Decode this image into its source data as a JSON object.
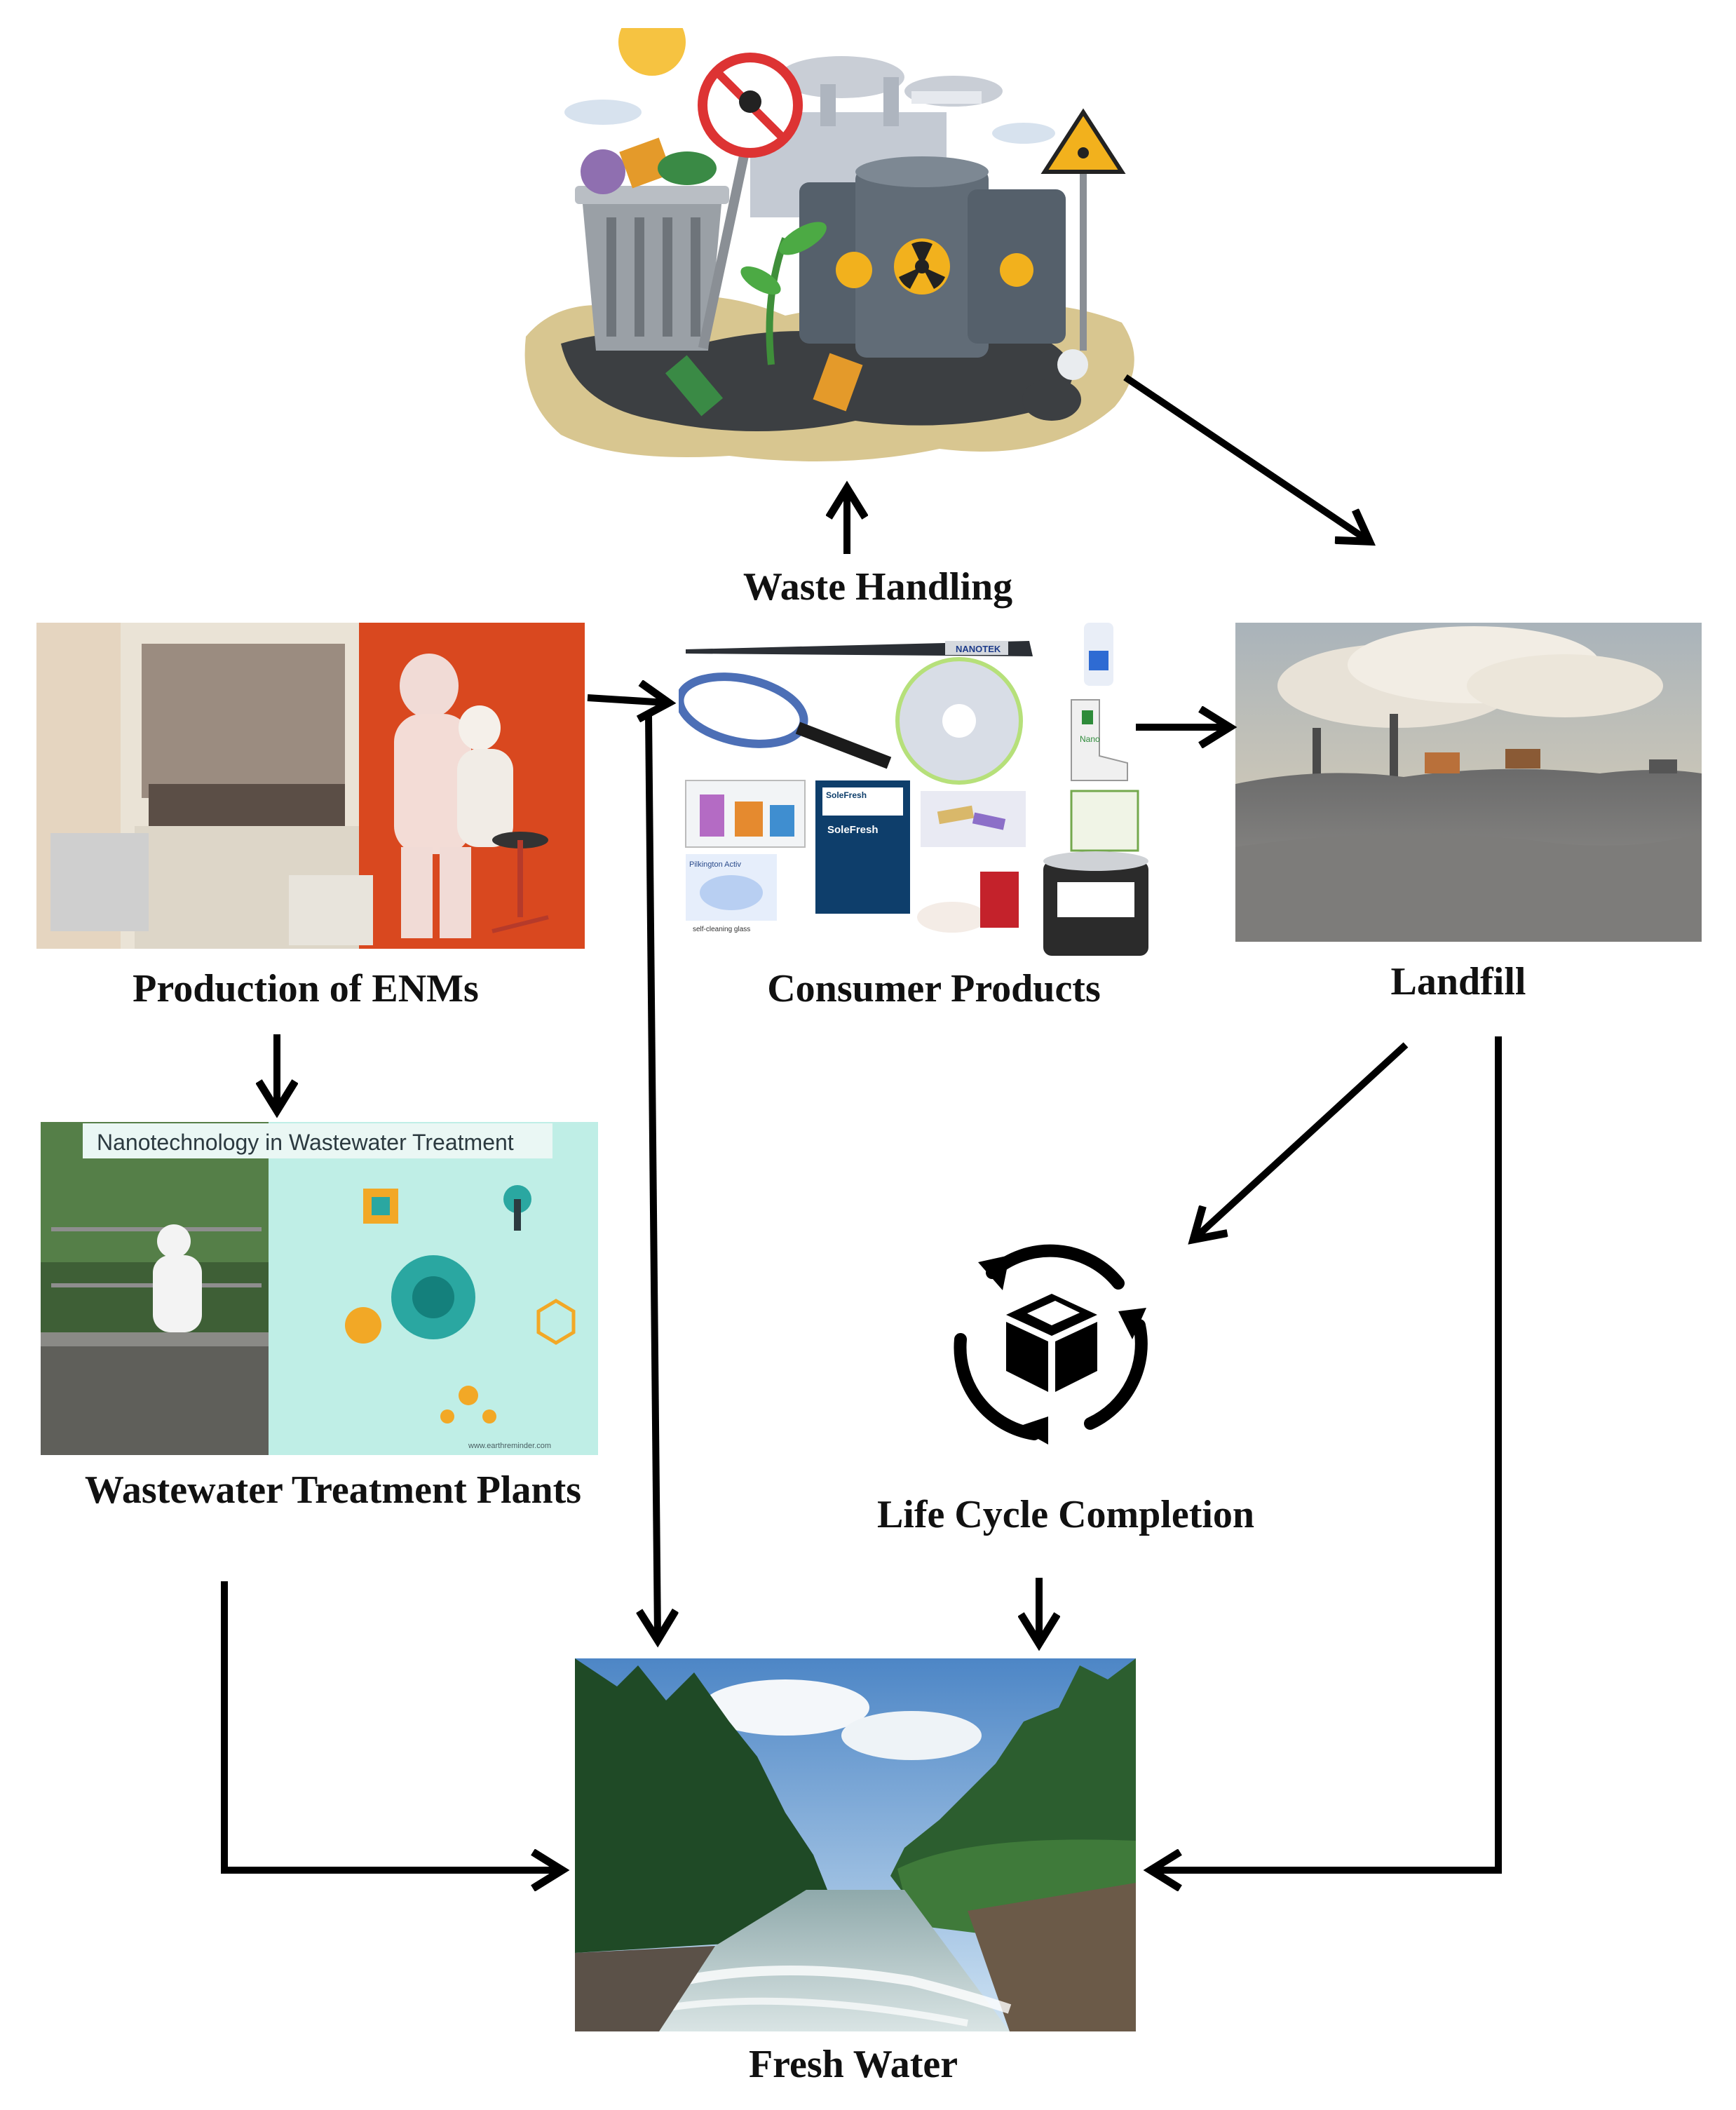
{
  "nodes": {
    "waste_handling": "Waste Handling",
    "production": "Production of ENMs",
    "consumer_products": "Consumer Products",
    "landfill": "Landfill",
    "wastewater": "Wastewater Treatment Plants",
    "life_cycle": "Life Cycle Completion",
    "fresh_water": "Fresh Water"
  },
  "wastewater_image": {
    "banner": "Nanotechnology in Wastewater Treatment",
    "credit": "www.earthreminder.com"
  },
  "product_labels": {
    "bat": "NANOTEK",
    "sock": "Nano",
    "package1": "SoleFresh",
    "package2": "SoleFresh",
    "glass": "Pilkington Activ",
    "glass_caption": "self-cleaning glass"
  },
  "colors": {
    "arrow": "#000000",
    "lab_wall": "#d9481f",
    "water_panel_bg": "#bfeee6",
    "text": "#111111"
  }
}
